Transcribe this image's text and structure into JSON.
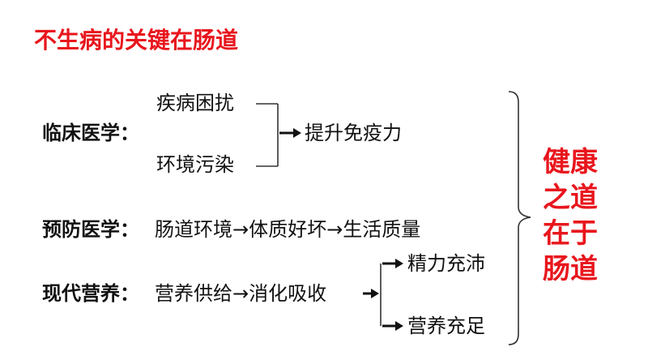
{
  "title": "不生病的关键在肠道",
  "clinical": {
    "label": "临床医学：",
    "item_top": "疾病困扰",
    "item_bottom": "环境污染",
    "result": "提升免疫力"
  },
  "prevention": {
    "label": "预防医学：",
    "chain": "肠道环境→体质好坏→生活质量"
  },
  "nutrition": {
    "label": "现代营养：",
    "chain": "营养供给→消化吸收",
    "branch_top": "精力充沛",
    "branch_bottom": "营养充足"
  },
  "conclusion": {
    "line1": "健康",
    "line2": "之道",
    "line3": "在于",
    "line4": "肠道"
  },
  "colors": {
    "accent": "#e8161d",
    "text": "#111111",
    "line": "#333333"
  }
}
